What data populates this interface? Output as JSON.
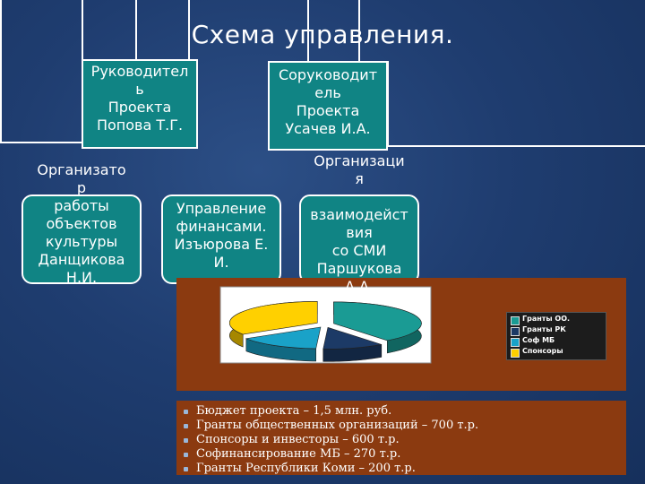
{
  "title": "Схема управления.",
  "boxes": {
    "head": [
      "Руководител",
      "ь",
      "Проекта",
      "Попова Т.Г."
    ],
    "cohead": [
      "Соруководит",
      "ель",
      "Проекта",
      "Усачев И.А."
    ],
    "culture": [
      "Организато",
      "р",
      "работы",
      "объектов",
      "культуры",
      "Данщикова",
      "Н.И."
    ],
    "finance": [
      "Управление",
      "финансами.",
      "Изъюрова Е.",
      "И."
    ],
    "media": [
      "Организаци",
      "я",
      "",
      "взаимодейст",
      "вия",
      "со СМИ",
      "Паршукова",
      "А.А."
    ]
  },
  "chart_data": {
    "type": "pie",
    "categories": [
      "Гранты ОО.",
      "Гранты РК",
      "Соф МБ",
      "Спонсоры"
    ],
    "values": [
      700,
      200,
      270,
      600
    ],
    "colors": [
      "#1a9b94",
      "#1c3a66",
      "#1aa2c8",
      "#ffd000"
    ],
    "legend": "right"
  },
  "budget": [
    "Бюджет проекта – 1,5 млн. руб.",
    "Гранты общественных организаций – 700 т.р.",
    "Спонсоры и инвесторы – 600 т.р.",
    "Софинансирование МБ – 270 т.р.",
    "Гранты Республики Коми – 200 т.р."
  ]
}
